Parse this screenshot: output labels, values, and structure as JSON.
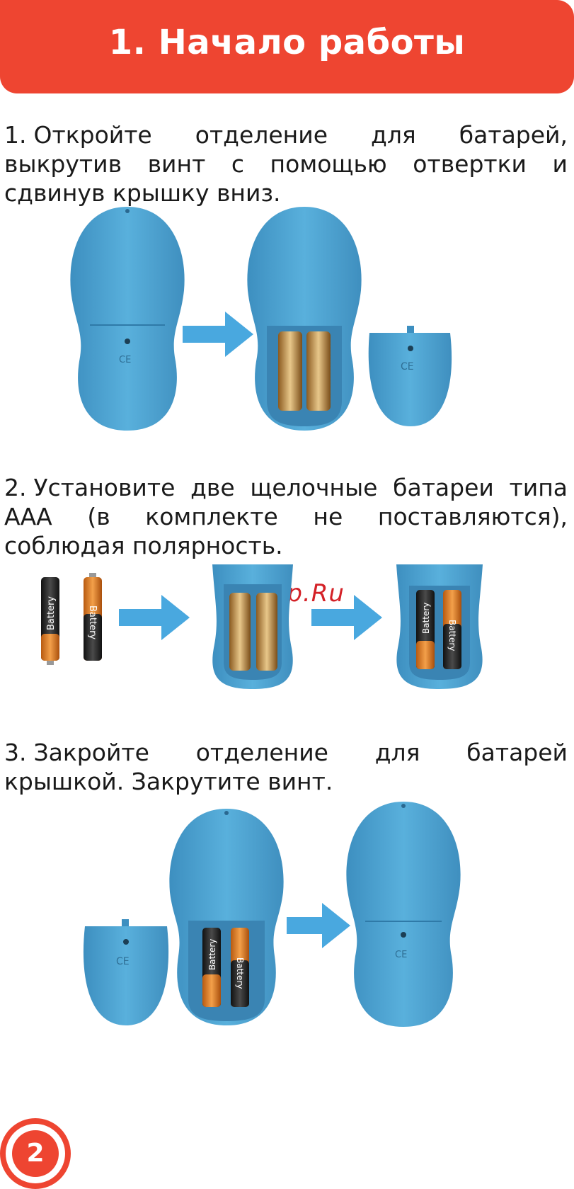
{
  "header": {
    "title": "1. Начало работы"
  },
  "steps": [
    {
      "number": "1.",
      "text": "Откройте отделение для батарей, выкрутив винт с помощью отвертки и сдвинув крышку вниз."
    },
    {
      "number": "2.",
      "text": "Установите две щелочные батареи типа ААА (в комплекте не поставляются), соблюдая полярность."
    },
    {
      "number": "3.",
      "text": "Закройте отделение для батарей крышкой. Закрутите винт."
    }
  ],
  "watermark": "McGrp.Ru",
  "labels": {
    "battery": "Battery",
    "ce_mark": "CE"
  },
  "colors": {
    "header": "#ee4531",
    "device": "#4a9fcf",
    "arrow": "#49a8df",
    "battery_orange": "#e07b1c",
    "battery_black": "#202020"
  },
  "page_number": "2"
}
